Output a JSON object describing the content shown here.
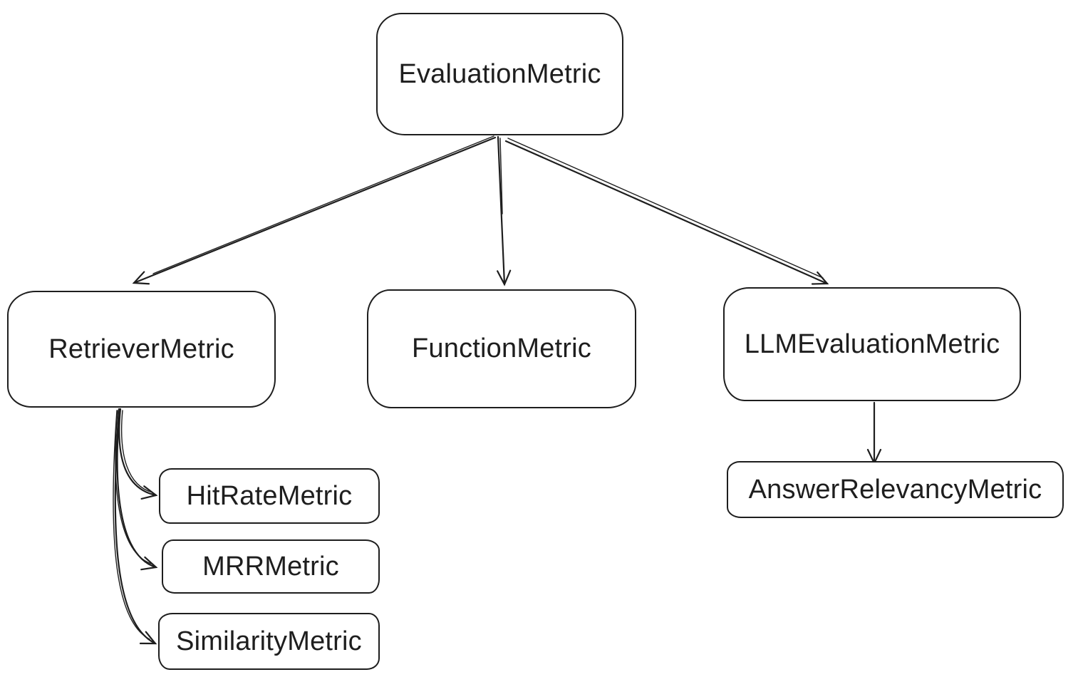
{
  "canvas": {
    "background_color": "#ffffff",
    "stroke_color": "#1e1e1e",
    "text_color": "#1e1e1e"
  },
  "diagram": {
    "nodes": [
      {
        "id": "evaluation-metric",
        "label": "EvaluationMetric"
      },
      {
        "id": "retriever-metric",
        "label": "RetrieverMetric"
      },
      {
        "id": "function-metric",
        "label": "FunctionMetric"
      },
      {
        "id": "llm-evaluation-metric",
        "label": "LLMEvaluationMetric"
      },
      {
        "id": "hit-rate-metric",
        "label": "HitRateMetric"
      },
      {
        "id": "mrr-metric",
        "label": "MRRMetric"
      },
      {
        "id": "similarity-metric",
        "label": "SimilarityMetric"
      },
      {
        "id": "answer-relevancy-metric",
        "label": "AnswerRelevancyMetric"
      }
    ],
    "edges": [
      {
        "from": "EvaluationMetric",
        "to": "RetrieverMetric"
      },
      {
        "from": "EvaluationMetric",
        "to": "FunctionMetric"
      },
      {
        "from": "EvaluationMetric",
        "to": "LLMEvaluationMetric"
      },
      {
        "from": "RetrieverMetric",
        "to": "HitRateMetric"
      },
      {
        "from": "RetrieverMetric",
        "to": "MRRMetric"
      },
      {
        "from": "RetrieverMetric",
        "to": "SimilarityMetric"
      },
      {
        "from": "LLMEvaluationMetric",
        "to": "AnswerRelevancyMetric"
      }
    ]
  }
}
